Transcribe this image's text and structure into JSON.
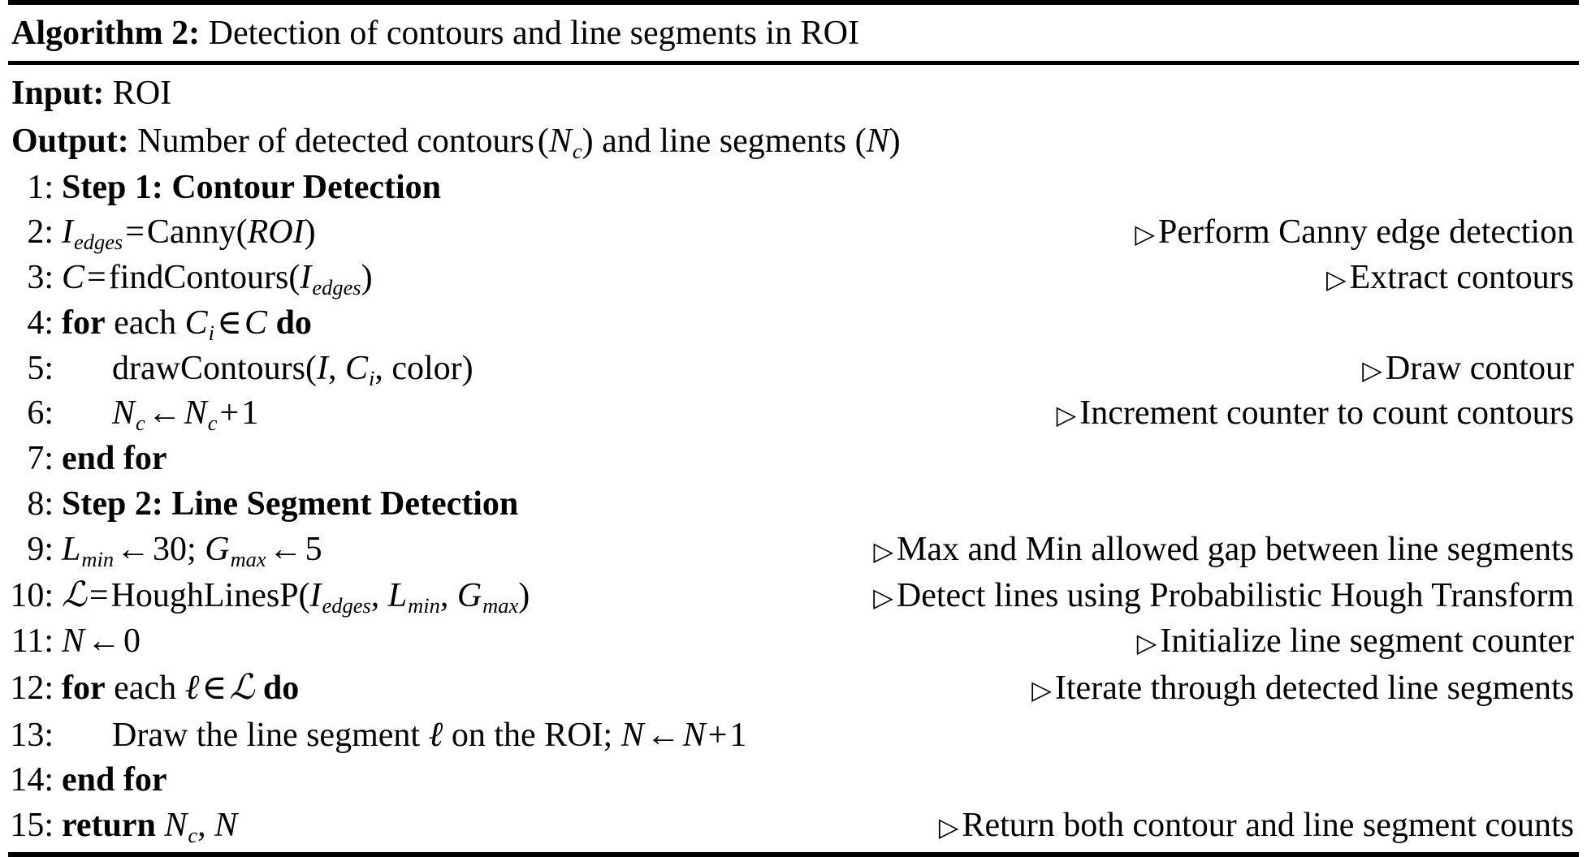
{
  "algorithm": {
    "caption_label": "Algorithm 2:",
    "caption_title": "Detection of contours and line segments in ROI",
    "io": [
      {
        "label": "Input:",
        "text": "ROI"
      },
      {
        "label": "Output:",
        "text": "Number of detected contours (N_c) and line segments (N)"
      }
    ],
    "comment_marker": "▷",
    "lines": [
      {
        "num": "1:",
        "indent": 0,
        "text": "Step 1: Contour Detection",
        "bold": true,
        "comment": ""
      },
      {
        "num": "2:",
        "indent": 0,
        "text": "I_edges = Canny(ROI)",
        "bold": false,
        "comment": "Perform Canny edge detection"
      },
      {
        "num": "3:",
        "indent": 0,
        "text": "C = findContours(I_edges)",
        "bold": false,
        "comment": "Extract contours"
      },
      {
        "num": "4:",
        "indent": 0,
        "text": "for each C_i ∈ C do",
        "bold": false,
        "comment": ""
      },
      {
        "num": "5:",
        "indent": 1,
        "text": "drawContours(I, C_i, color)",
        "bold": false,
        "comment": "Draw contour"
      },
      {
        "num": "6:",
        "indent": 1,
        "text": "N_c ← N_c + 1",
        "bold": false,
        "comment": "Increment counter to count contours"
      },
      {
        "num": "7:",
        "indent": 0,
        "text": "end for",
        "bold": true,
        "comment": ""
      },
      {
        "num": "8:",
        "indent": 0,
        "text": "Step 2: Line Segment Detection",
        "bold": true,
        "comment": ""
      },
      {
        "num": "9:",
        "indent": 0,
        "text": "L_min ← 30; G_max ← 5",
        "bold": false,
        "comment": "Max and Min allowed gap between line segments"
      },
      {
        "num": "10:",
        "indent": 0,
        "text": "ℒ = HoughLinesP(I_edges, L_min, G_max)",
        "bold": false,
        "comment": "Detect lines using Probabilistic Hough Transform"
      },
      {
        "num": "11:",
        "indent": 0,
        "text": "N ← 0",
        "bold": false,
        "comment": "Initialize line segment counter"
      },
      {
        "num": "12:",
        "indent": 0,
        "text": "for each ℓ ∈ ℒ do",
        "bold": false,
        "comment": "Iterate through detected line segments"
      },
      {
        "num": "13:",
        "indent": 1,
        "text": "Draw the line segment ℓ on the ROI; N ← N + 1",
        "bold": false,
        "comment": ""
      },
      {
        "num": "14:",
        "indent": 0,
        "text": "end for",
        "bold": true,
        "comment": ""
      },
      {
        "num": "15:",
        "indent": 0,
        "text": "return N_c, N",
        "bold": true,
        "comment": "Return both contour and line segment counts"
      }
    ]
  },
  "tokens": {
    "keyword_for": "for",
    "keyword_each": "each",
    "keyword_do": "do",
    "keyword_end_for": "end for",
    "keyword_return": "return",
    "step1_label": "Step 1:",
    "step1_name": "Contour Detection",
    "step2_label": "Step 2:",
    "step2_name": "Line Segment Detection",
    "canny": "Canny",
    "find_contours": "findContours",
    "draw_contours": "drawContours",
    "hough": "HoughLinesP",
    "color_arg": "color",
    "roi": "ROI",
    "draw_line_text_a": "Draw the line segment",
    "draw_line_text_b": "on the ROI;",
    "sub_edges": "edges",
    "sub_min": "min",
    "sub_max": "max",
    "sub_c": "c",
    "sub_i": "i",
    "num_30": "30",
    "num_5": "5",
    "num_0": "0",
    "num_1": "1",
    "var_I": "I",
    "var_C": "C",
    "var_L": "L",
    "var_G": "G",
    "var_N": "N",
    "script_L": "ℒ",
    "script_l": "ℓ",
    "eq": "=",
    "assign": "←",
    "plus": "+",
    "elem": "∈",
    "semi": ";",
    "comma": ",",
    "lparen": "(",
    "rparen": ")",
    "number_word": "Number of detected contours",
    "and_line_segments": "and line segments"
  },
  "colors": {
    "ink": "#000000",
    "paper": "#ffffff"
  }
}
